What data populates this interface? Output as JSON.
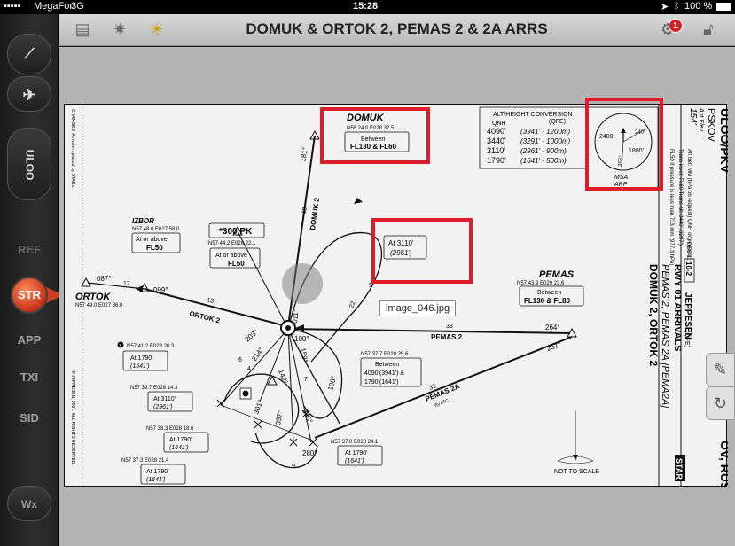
{
  "status_bar": {
    "carrier": "MegaFon",
    "network": "3G",
    "time": "15:28",
    "battery": "100 %"
  },
  "header": {
    "title": "DOMUK & ORTOK 2, PEMAS 2 & 2A ARRS",
    "alert_count": "1"
  },
  "sidebar": {
    "airport": "ULOO",
    "ref": "REF",
    "selected": "STR",
    "app": "APP",
    "txi": "TXI",
    "sid": "SID",
    "wx": "Wx"
  },
  "tooltip": "image_046.jpg",
  "chart": {
    "side_title": "ULOO/PKV",
    "side_city": "PSKOV",
    "side_apt_elev_label": "Apt Elev",
    "side_apt_elev": "154'",
    "date": "9 DEC 11",
    "index": "10-2",
    "brand": "JEPPESEN",
    "country": "OV, RUSSIA",
    "star": "STAR",
    "proc_1": "DOMUK 2, ORTOK 2",
    "proc_2": "PEMAS 2, PEMAS 2A [PEMA2A]",
    "proc_3": "RWY 01 ARRIVALS",
    "altset": "Alt Set: MM (hPa on request)  QNH on request",
    "trans_level": "Trans level: FL60  Trans alt: 3440' (3297')",
    "fl50_note": "FL50 if pressure is less than 733 mm (977.3 hPa)",
    "qfe_label": "(QFE)",
    "conv": {
      "title": "ALT/HEIGHT CONVERSION",
      "qnh": "QNH",
      "qfe": "(QFE)",
      "rows": [
        {
          "alt": "4090'",
          "qfe": "(3941' - 1200m)"
        },
        {
          "alt": "3440'",
          "qfe": "(3291' - 1000m)"
        },
        {
          "alt": "3110'",
          "qfe": "(2961' - 900m)"
        },
        {
          "alt": "1790'",
          "qfe": "(1641' - 500m)"
        }
      ]
    },
    "msa": {
      "label": "MSA",
      "sub": "ARP",
      "alt1": "2400'",
      "alt2": "1800'",
      "r1": "240°",
      "r2": "355°"
    },
    "domuk": {
      "name": "DOMUK",
      "coord": "N58 24.0 E028 32.5",
      "alt1": "Between",
      "alt2": "FL130 & FL60",
      "track": "181°",
      "route": "DOMUK 2",
      "dist": "40"
    },
    "pemas": {
      "name": "PEMAS",
      "coord": "N57 43.9 E029 23.6",
      "alt1": "Between",
      "alt2": "FL130 & FL80",
      "track": "264°",
      "route": "PEMAS 2",
      "dist": "33",
      "track2": "251°",
      "route2": "PEMAS 2A",
      "dist2": "33",
      "atc": "By ATC"
    },
    "ortok": {
      "name": "ORTOK",
      "coord": "N57 49.0 E027 36.0",
      "track": "087°",
      "dist": "12",
      "route": "ORTOK 2",
      "dist2": "13"
    },
    "izbor": {
      "name": "IZBOR",
      "coord": "N57 48.0 E027 58.0",
      "alt1": "At or above",
      "alt2": "FL50",
      "track": "099°"
    },
    "pk": {
      "title": "*300 PK",
      "coord": "N57 44.2 E028 22.1",
      "alt1": "At or above",
      "alt2": "FL50"
    },
    "at3110": {
      "alt1": "At 3110'",
      "alt2": "(2961')"
    },
    "wp1": {
      "coord": "N57 41.2 E028 20.3",
      "alt1": "At 1790'",
      "alt2": "(1641')"
    },
    "wp2": {
      "coord": "N57 39.7 E028 14.3",
      "alt1": "At 3110'",
      "alt2": "(2961')"
    },
    "wp3": {
      "coord": "N57 38.3 E028 18.6",
      "alt1": "At 1790'",
      "alt2": "(1641')"
    },
    "wp4": {
      "coord": "N57 37.3 E028 21.4",
      "alt1": "At 1790'",
      "alt2": "(1641')"
    },
    "wp5": {
      "coord": "N57 37.0 E028 24.1",
      "alt1": "At 1790'",
      "alt2": "(1641')"
    },
    "wp6": {
      "coord": "N57 37.7 E028 25.6",
      "alt1": "Between",
      "alt2": "4090'(3941') &",
      "alt3": "1790'(1641')"
    },
    "tracks": {
      "t203": "203°",
      "t214": "214°",
      "t301": "301°",
      "t357": "357°",
      "t345": "345°",
      "t280": "280°",
      "t190": "190°",
      "t159": "159°",
      "t100": "100°",
      "t011": "011°",
      "t142": "142°",
      "d22": "22",
      "d9": "9",
      "d6": "6",
      "d4": "4",
      "d7": "7",
      "d5": "5"
    },
    "left_margin": "CHANGES: Arrivals replaced by STARs.",
    "copyright": "© JEPPESEN, 2001. ALL RIGHTS RESERVED.",
    "scale": "NOT TO SCALE",
    "note1": "1"
  }
}
